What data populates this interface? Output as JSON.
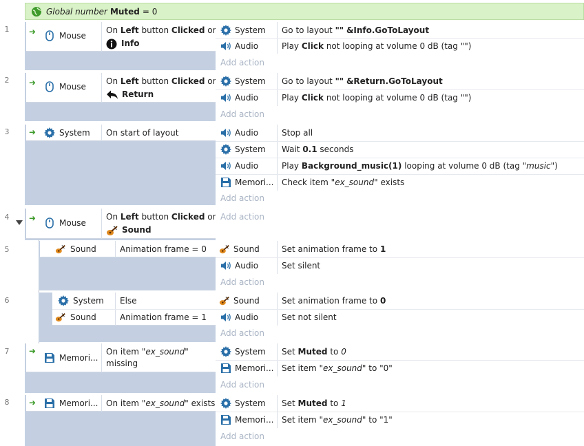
{
  "global": {
    "prefix": "Global number",
    "name": "Muted",
    "suffix": "= 0"
  },
  "add_action": "Add action",
  "events": [
    {
      "num": "1",
      "object": "Mouse",
      "cond": {
        "pre": "On",
        "b1": "Left",
        "mid": "button",
        "b2": "Clicked",
        "post": "on",
        "target": "Info"
      },
      "actions": [
        {
          "object": "System",
          "pre": "Go to layout",
          "b1": "\"\"",
          "b2": "&Info.GoToLayout"
        },
        {
          "object": "Audio",
          "pre": "Play",
          "b1": "Click",
          "post": "not looping at volume 0 dB (tag \"\")"
        }
      ]
    },
    {
      "num": "2",
      "object": "Mouse",
      "cond": {
        "pre": "On",
        "b1": "Left",
        "mid": "button",
        "b2": "Clicked",
        "post": "on",
        "target": "Return"
      },
      "actions": [
        {
          "object": "System",
          "pre": "Go to layout",
          "b1": "\"\"",
          "b2": "&Return.GoToLayout"
        },
        {
          "object": "Audio",
          "pre": "Play",
          "b1": "Click",
          "post": "not looping at volume 0 dB (tag \"\")"
        }
      ]
    },
    {
      "num": "3",
      "object": "System",
      "cond": {
        "text": "On start of layout"
      },
      "actions": [
        {
          "object": "Audio",
          "text": "Stop all"
        },
        {
          "object": "System",
          "pre": "Wait",
          "b1": "0.1",
          "post": "seconds"
        },
        {
          "object": "Audio",
          "pre": "Play",
          "b1": "Background_music(1)",
          "post": "looping at volume 0 dB (tag",
          "i1": "\"music\"",
          "end": ")"
        },
        {
          "object": "Memori...",
          "pre": "Check item",
          "i1": "\"ex_sound\"",
          "post": "exists"
        }
      ]
    },
    {
      "num": "4",
      "object": "Mouse",
      "cond": {
        "pre": "On",
        "b1": "Left",
        "mid": "button",
        "b2": "Clicked",
        "post": "on",
        "target": "Sound"
      }
    },
    {
      "num": "5",
      "object": "Sound",
      "cond": {
        "text": "Animation frame = 0"
      },
      "actions": [
        {
          "object": "Sound",
          "pre": "Set animation frame to",
          "b1": "1"
        },
        {
          "object": "Audio",
          "text": "Set silent"
        }
      ]
    },
    {
      "num": "6",
      "conds": [
        {
          "object": "System",
          "text": "Else"
        },
        {
          "object": "Sound",
          "text": "Animation frame = 1"
        }
      ],
      "actions": [
        {
          "object": "Sound",
          "pre": "Set animation frame to",
          "b1": "0"
        },
        {
          "object": "Audio",
          "text": "Set not silent"
        }
      ]
    },
    {
      "num": "7",
      "object": "Memori...",
      "cond": {
        "pre": "On item",
        "i1": "\"ex_sound\"",
        "line2": "missing"
      },
      "actions": [
        {
          "object": "System",
          "pre": "Set",
          "b1": "Muted",
          "post": "to",
          "i1": "0"
        },
        {
          "object": "Memori...",
          "pre": "Set item",
          "i1": "\"ex_sound\"",
          "post": "to \"0\""
        }
      ]
    },
    {
      "num": "8",
      "object": "Memori...",
      "cond": {
        "pre": "On item",
        "i1": "\"ex_sound\"",
        "post": "exists"
      },
      "actions": [
        {
          "object": "System",
          "pre": "Set",
          "b1": "Muted",
          "post": "to",
          "i1": "1"
        },
        {
          "object": "Memori...",
          "pre": "Set item",
          "i1": "\"ex_sound\"",
          "post": "to \"1\""
        }
      ]
    }
  ]
}
